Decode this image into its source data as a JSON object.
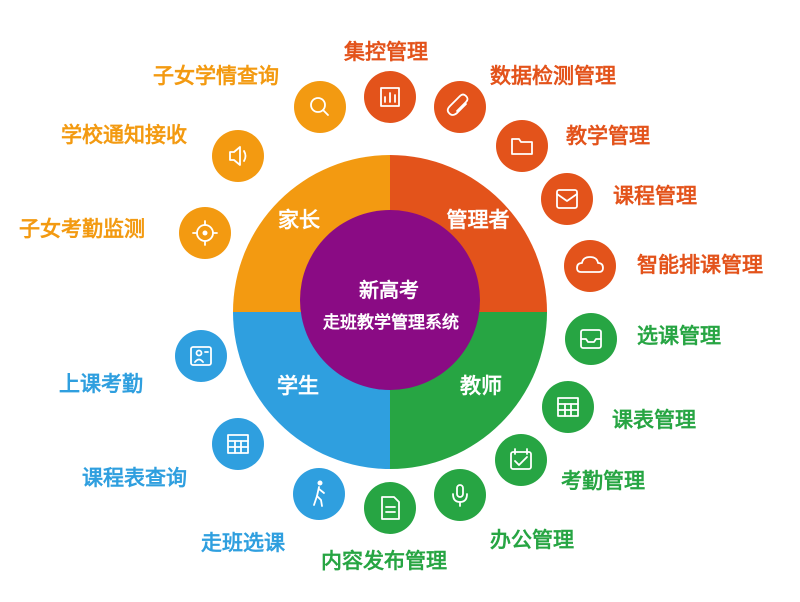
{
  "center": {
    "line1": "新高考",
    "line2": "走班教学管理系统"
  },
  "quadrants": {
    "parent": "家长",
    "admin": "管理者",
    "student": "学生",
    "teacher": "教师"
  },
  "colors": {
    "admin": "#e3531b",
    "parent": "#f39a11",
    "teacher": "#27a543",
    "student": "#2f9fdf",
    "center": "#8a0b84"
  },
  "parent_items": [
    {
      "label": "子女学情查询",
      "icon": "search-icon"
    },
    {
      "label": "学校通知接收",
      "icon": "speaker-icon"
    },
    {
      "label": "子女考勤监测",
      "icon": "target-icon"
    }
  ],
  "admin_items": [
    {
      "label": "集控管理",
      "icon": "bar-chart-icon"
    },
    {
      "label": "数据检测管理",
      "icon": "paperclip-icon"
    },
    {
      "label": "教学管理",
      "icon": "folder-icon"
    },
    {
      "label": "课程管理",
      "icon": "document-box-icon"
    },
    {
      "label": "智能排课管理",
      "icon": "cloud-icon"
    }
  ],
  "teacher_items": [
    {
      "label": "选课管理",
      "icon": "inbox-icon"
    },
    {
      "label": "课表管理",
      "icon": "table-icon"
    },
    {
      "label": "考勤管理",
      "icon": "calendar-check-icon"
    },
    {
      "label": "办公管理",
      "icon": "microphone-icon"
    },
    {
      "label": "内容发布管理",
      "icon": "file-icon"
    }
  ],
  "student_items": [
    {
      "label": "上课考勤",
      "icon": "id-card-icon"
    },
    {
      "label": "课程表查询",
      "icon": "table-icon"
    },
    {
      "label": "走班选课",
      "icon": "walking-icon"
    }
  ]
}
